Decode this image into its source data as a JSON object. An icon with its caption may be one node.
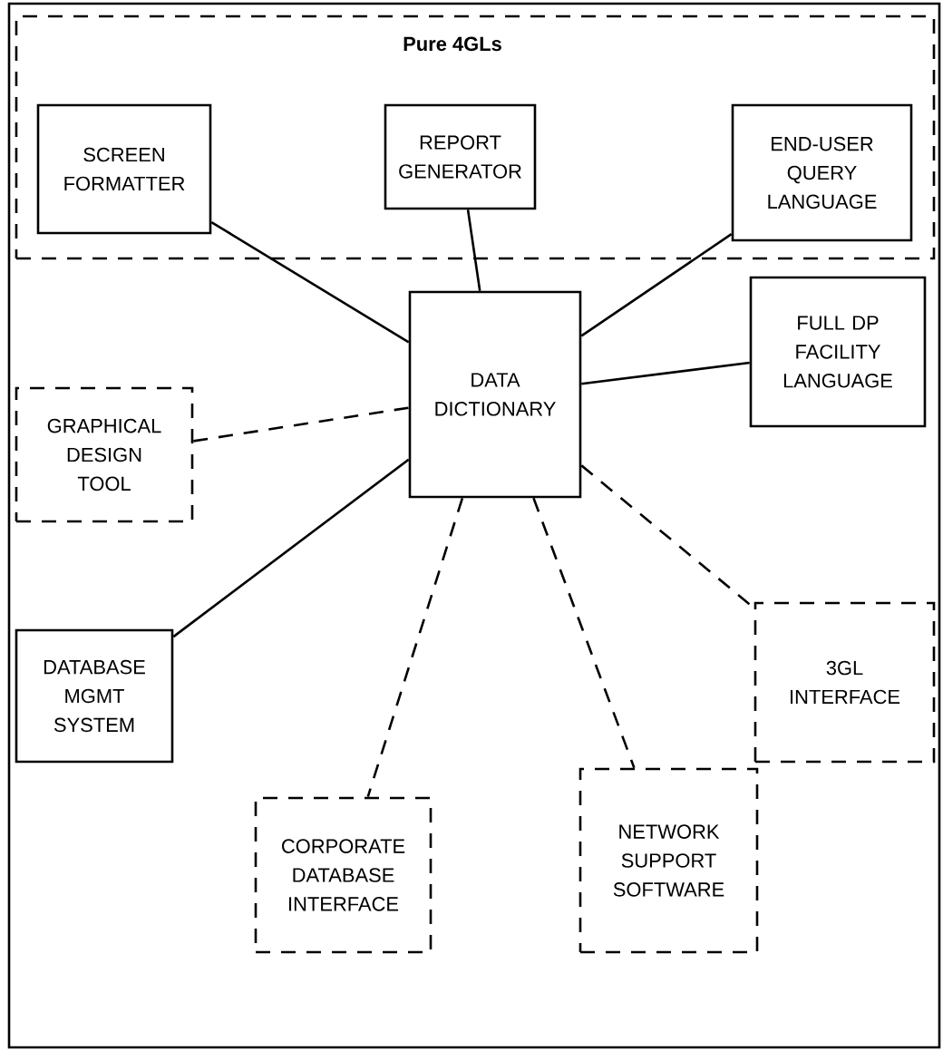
{
  "diagram": {
    "nodes": [
      {
        "text": [
          "Pure 4GLs"
        ]
      },
      {
        "text": [
          "SCREEN FORMATTER"
        ],
        "in": 0
      },
      {
        "text": [
          "REPORT GENERATOR"
        ],
        "in": 0
      },
      {
        "text": [
          "END-USER QUERY LANGUAGE"
        ],
        "in": 0
      },
      {
        "text": [
          "DATA DICTIONARY"
        ]
      },
      {
        "text": [
          "FULL DP FACILITY LANGUAGE"
        ]
      },
      {
        "text": [
          "GRAPHICAL DESIGN TOOL"
        ]
      },
      {
        "text": [
          "DATABASE MGMT SYSTEM"
        ]
      },
      {
        "text": [
          "3GL INTERFACE"
        ]
      },
      {
        "text": [
          "CORPORATE DATABASE INTERFACE"
        ]
      },
      {
        "text": [
          "NETWORK SUPPORT SOFTWARE"
        ]
      }
    ],
    "edges": [
      {
        "from": 1,
        "to": 4,
        "arrow": "none"
      },
      {
        "from": 2,
        "to": 4,
        "arrow": "none"
      },
      {
        "from": 3,
        "to": 4,
        "arrow": "none"
      },
      {
        "from": 4,
        "to": 5,
        "arrow": "none"
      },
      {
        "from": 6,
        "to": 4,
        "arrow": "none",
        "style": "dashed"
      },
      {
        "from": 4,
        "to": 7,
        "arrow": "none"
      },
      {
        "from": 4,
        "to": 9,
        "arrow": "none",
        "style": "dashed"
      },
      {
        "from": 4,
        "to": 10,
        "arrow": "none",
        "style": "dashed"
      },
      {
        "from": 4,
        "to": 8,
        "arrow": "none",
        "style": "dashed"
      }
    ]
  }
}
